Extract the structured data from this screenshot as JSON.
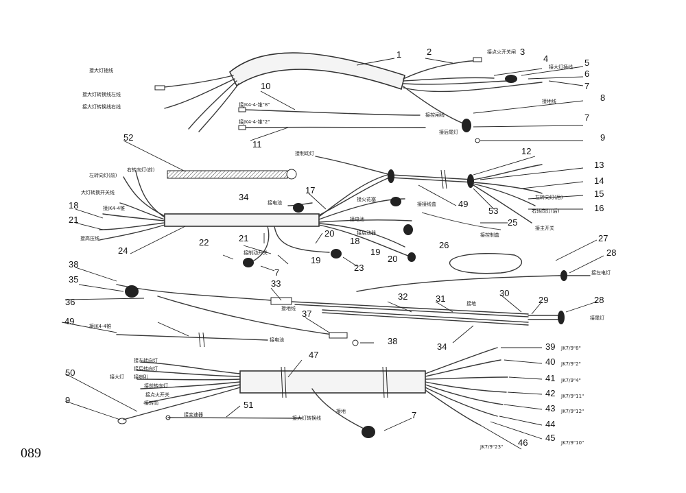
{
  "page_number": "089",
  "callouts": [
    "1",
    "2",
    "3",
    "4",
    "5",
    "6",
    "7",
    "8",
    "7",
    "9",
    "10",
    "11",
    "52",
    "12",
    "13",
    "14",
    "15",
    "16",
    "17",
    "18",
    "21",
    "24",
    "34",
    "49",
    "53",
    "25",
    "20",
    "18",
    "19",
    "20",
    "21",
    "22",
    "19",
    "23",
    "7",
    "26",
    "27",
    "28",
    "38",
    "35",
    "36",
    "33",
    "32",
    "31",
    "30",
    "29",
    "28",
    "49",
    "37",
    "38",
    "34",
    "47",
    "39",
    "40",
    "41",
    "42",
    "43",
    "44",
    "45",
    "46",
    "50",
    "9",
    "51",
    "7"
  ],
  "wire_labels": [
    "接大灯插线",
    "接大灯转换线左线",
    "接大灯转换线右线",
    "接点火开关闸",
    "接大灯插线",
    "接地线",
    "接JK4-4-锥\"8\"",
    "接JK4-4-锥\"2\"",
    "接控闸线",
    "接后尾灯",
    "接制动灯",
    "左转向灯(前)",
    "右转向灯(前)",
    "左转向灯(后)",
    "右转向灯(后)",
    "大灯转换开关线",
    "接JK4-4锥",
    "接高压线",
    "接电池",
    "接火花塞",
    "接接线盒",
    "接电池",
    "接启动器",
    "接控制盒",
    "接主开关",
    "接制动开关",
    "接左电灯",
    "接地线",
    "接地",
    "接尾灯",
    "接JK4-4锥",
    "接电池",
    "接左转向灯",
    "接后转向灯",
    "接喇叭",
    "接大灯",
    "接前转向灯",
    "接点火开关",
    "接转向",
    "接地",
    "接变速器",
    "接大灯转换线",
    "JK7/9\"8\"",
    "JK7/9\"2\"",
    "JK7/9\"4\"",
    "JK7/9\"11\"",
    "JK7/9\"12\"",
    "JK7/9\"10\"",
    "JK7/9\"23\""
  ]
}
